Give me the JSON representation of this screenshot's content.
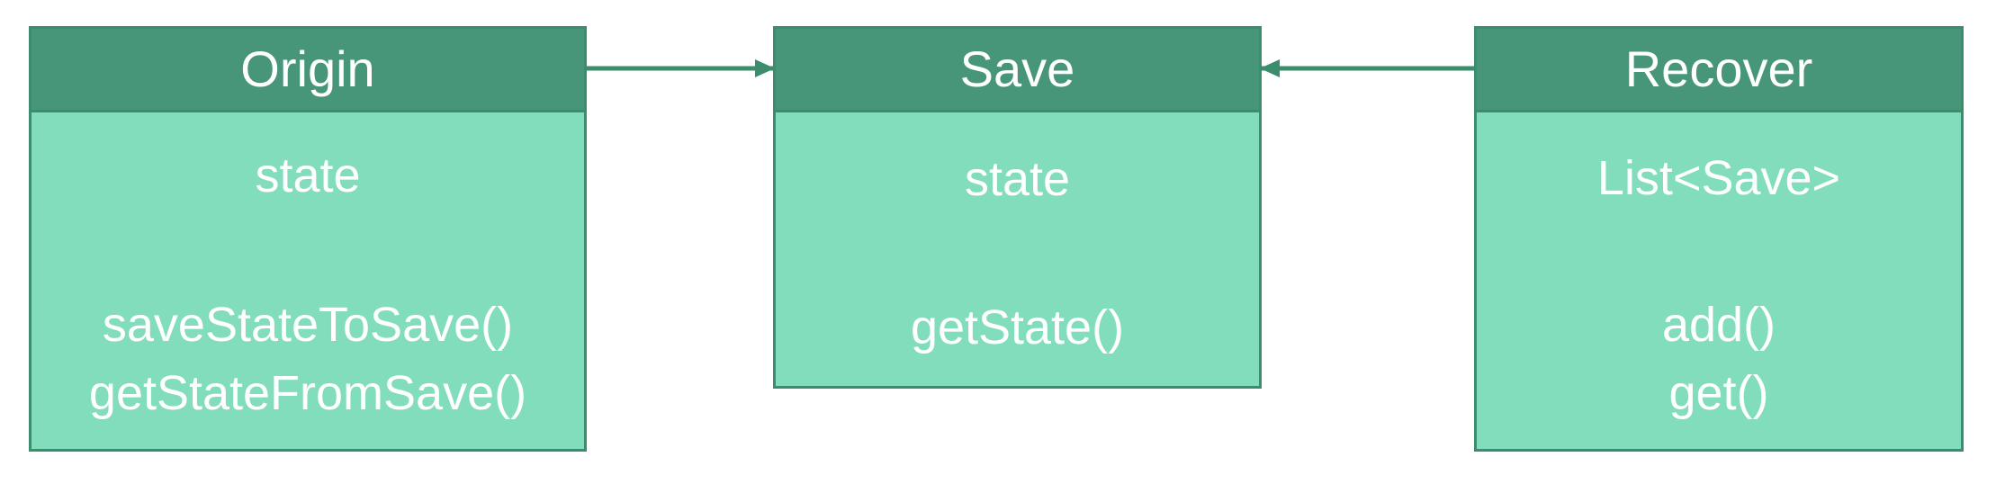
{
  "colors": {
    "header_fill": "#479679",
    "body_fill": "#82ddbd",
    "border": "#3b8d6e",
    "arrow": "#3b8d6e",
    "text": "#ffffff"
  },
  "classes": {
    "origin": {
      "title": "Origin",
      "attributes": [
        "state"
      ],
      "methods": [
        "saveStateToSave()",
        "getStateFromSave()"
      ]
    },
    "save": {
      "title": "Save",
      "attributes": [
        "state"
      ],
      "methods": [
        "getState()"
      ]
    },
    "recover": {
      "title": "Recover",
      "attributes": [
        "List<Save>"
      ],
      "methods": [
        "add()",
        "get()"
      ]
    }
  },
  "relations": [
    {
      "from": "Origin",
      "to": "Save"
    },
    {
      "from": "Recover",
      "to": "Save"
    }
  ]
}
